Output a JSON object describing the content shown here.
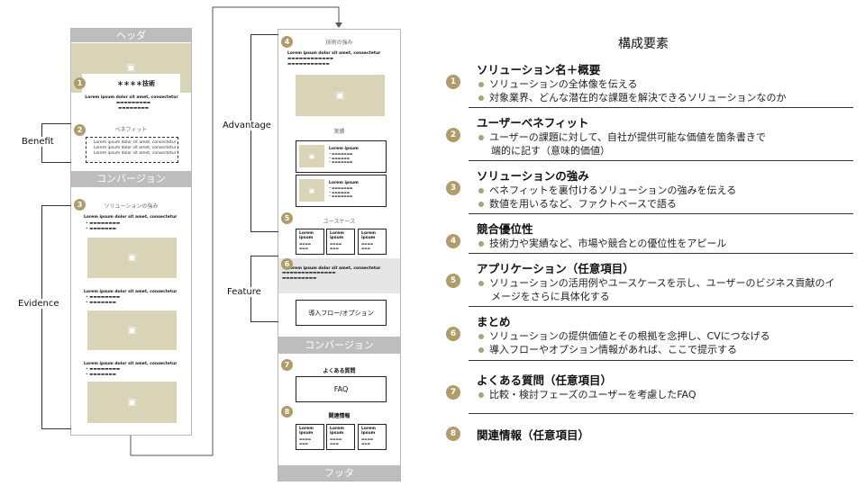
{
  "title": "構成要素",
  "left_page": {
    "header": "ヘッダ",
    "brand": "＊＊＊＊技術",
    "brand_sub": "Lorem ipsum dolor sit amet, consectetur",
    "benefit_heading": "ベネフィット",
    "benefit_items": [
      "Lorem ipsum dolor sit amet, consectetur",
      "Lorem ipsum dolor sit amet, consectetur",
      "Lorem ipsum dolor sit amet, consectetur"
    ],
    "conversion": "コンバージョン",
    "strength_heading": "ソリューションの強み",
    "lorem": "Lorem ipsum dolor sit amet, consectetur"
  },
  "right_page": {
    "tech_heading": "技術の強み",
    "results_heading": "実績",
    "lorem_ipsum": "Lorem ipsum",
    "usecase_heading": "ユースケース",
    "lorem": "Lorem ipsum dolor sit amet, consectetur",
    "flow_label": "導入フロー/オプション",
    "conversion": "コンバージョン",
    "faq_heading": "よくある質問",
    "faq_label": "FAQ",
    "related_heading": "関連情報",
    "footer": "フッタ"
  },
  "labels": {
    "benefit": "Benefit",
    "evidence": "Evidence",
    "advantage": "Advantage",
    "feature": "Feature"
  },
  "items": [
    {
      "num": "1",
      "title": "ソリューション名＋概要",
      "bullets": [
        "ソリューションの全体像を伝える",
        "対象業界、どんな潜在的な課題を解決できるソリューションなのか"
      ]
    },
    {
      "num": "2",
      "title": "ユーザーベネフィット",
      "bullets": [
        "ユーザーの課題に対して、自社が提供可能な価値を箇条書きで",
        "端的に記す（意味的価値）"
      ]
    },
    {
      "num": "3",
      "title": "ソリューションの強み",
      "bullets": [
        "ベネフィットを裏付けるソリューションの強みを伝える",
        "数値を用いるなど、ファクトベースで語る"
      ]
    },
    {
      "num": "4",
      "title": "競合優位性",
      "bullets": [
        "技術力や実績など、市場や競合との優位性をアピール"
      ]
    },
    {
      "num": "5",
      "title": "アプリケーション（任意項目）",
      "bullets": [
        "ソリューションの活用例やユースケースを示し、ユーザーのビジネス貢献のイ",
        "メージをさらに具体化する"
      ]
    },
    {
      "num": "6",
      "title": "まとめ",
      "bullets": [
        "ソリューションの提供価値とその根拠を念押し、CVにつなげる",
        "導入フローやオプション情報があれば、ここで提示する"
      ]
    },
    {
      "num": "7",
      "title": "よくある質問（任意項目）",
      "bullets": [
        "比較・検討フェーズのユーザーを考慮したFAQ"
      ]
    },
    {
      "num": "8",
      "title": "関連情報（任意項目）",
      "bullets": []
    }
  ],
  "colors": {
    "accent": "#b09b6a",
    "image_fill": "#d9d3b8",
    "band": "#bdbdbd",
    "bullet": "#a9a27a"
  }
}
